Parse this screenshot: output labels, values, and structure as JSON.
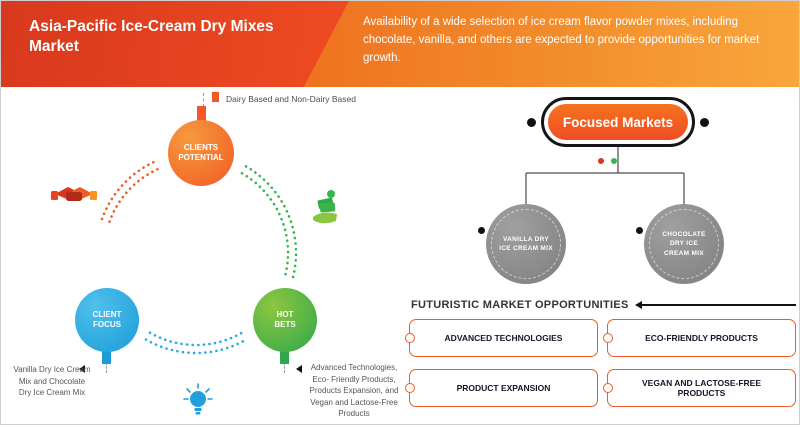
{
  "header": {
    "title": "Asia-Pacific Ice-Cream Dry Mixes Market",
    "subtitle": "Availability of a wide selection of ice cream flavor powder mixes, including chocolate, vanilla, and others are expected to provide opportunities for market growth."
  },
  "cycle": {
    "nodes": [
      {
        "id": "clients-potential",
        "label": "CLIENTS POTENTIAL",
        "color": "#f15a24"
      },
      {
        "id": "client-focus",
        "label": "CLIENT FOCUS",
        "color": "#29abe2"
      },
      {
        "id": "hot-bets",
        "label": "HOT BETS",
        "color": "#39b54a"
      }
    ],
    "callouts": [
      {
        "for": "clients-potential",
        "text": "Dairy Based and Non-Dairy Based"
      },
      {
        "for": "client-focus",
        "text": "Vanilla Dry Ice Cream Mix and Chocolate Dry Ice Cream Mix"
      },
      {
        "for": "hot-bets",
        "text": "Advanced Technologies, Eco- Friendly Products, Products Expansion, and Vegan and Lactose-Free Products"
      }
    ]
  },
  "focused_markets": {
    "title": "Focused Markets",
    "products": [
      {
        "label": "VANILLA DRY ICE CREAM MIX"
      },
      {
        "label": "CHOCOLATE DRY ICE CREAM MIX"
      }
    ]
  },
  "opportunities": {
    "heading": "FUTURISTIC MARKET OPPORTUNITIES",
    "items": [
      {
        "label": "ADVANCED TECHNOLOGIES"
      },
      {
        "label": "ECO-FRIENDLY PRODUCTS"
      },
      {
        "label": "PRODUCT EXPANSION"
      },
      {
        "label": "VEGAN AND LACTOSE-FREE PRODUCTS"
      }
    ]
  },
  "colors": {
    "header_left": "#e23d1f",
    "header_right": "#f28b2b",
    "orange": "#f15a24",
    "blue": "#29abe2",
    "green": "#39b54a",
    "gray_circle": "#8c8c8c",
    "card_border": "#f15a24",
    "dark_text": "#14142b"
  }
}
